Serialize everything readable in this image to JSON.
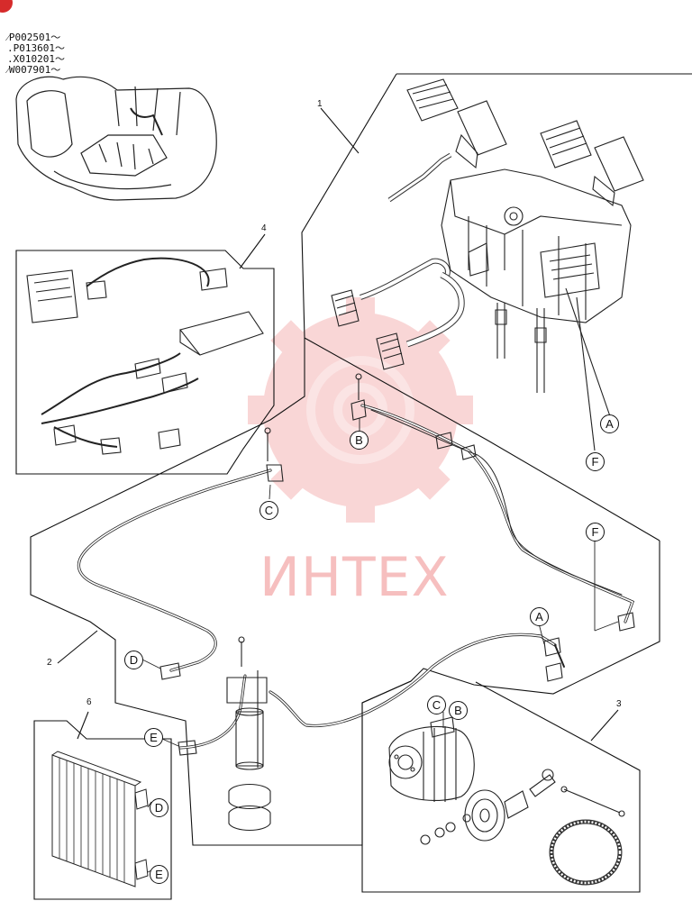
{
  "serials": [
    "⁄P002501～",
    ".P013601～",
    ".X010201～",
    "⁄W007901～"
  ],
  "watermark": {
    "text": "ИНТЕХ",
    "color": "#e84b4b"
  },
  "part_numbers": [
    "1",
    "2",
    "3",
    "4",
    "6"
  ],
  "callouts": {
    "A1": "A",
    "F1": "F",
    "B1": "B",
    "C1": "C",
    "F2": "F",
    "A2": "A",
    "D1": "D",
    "E1": "E",
    "C2": "C",
    "B2": "B",
    "D2": "D",
    "E2": "E"
  }
}
